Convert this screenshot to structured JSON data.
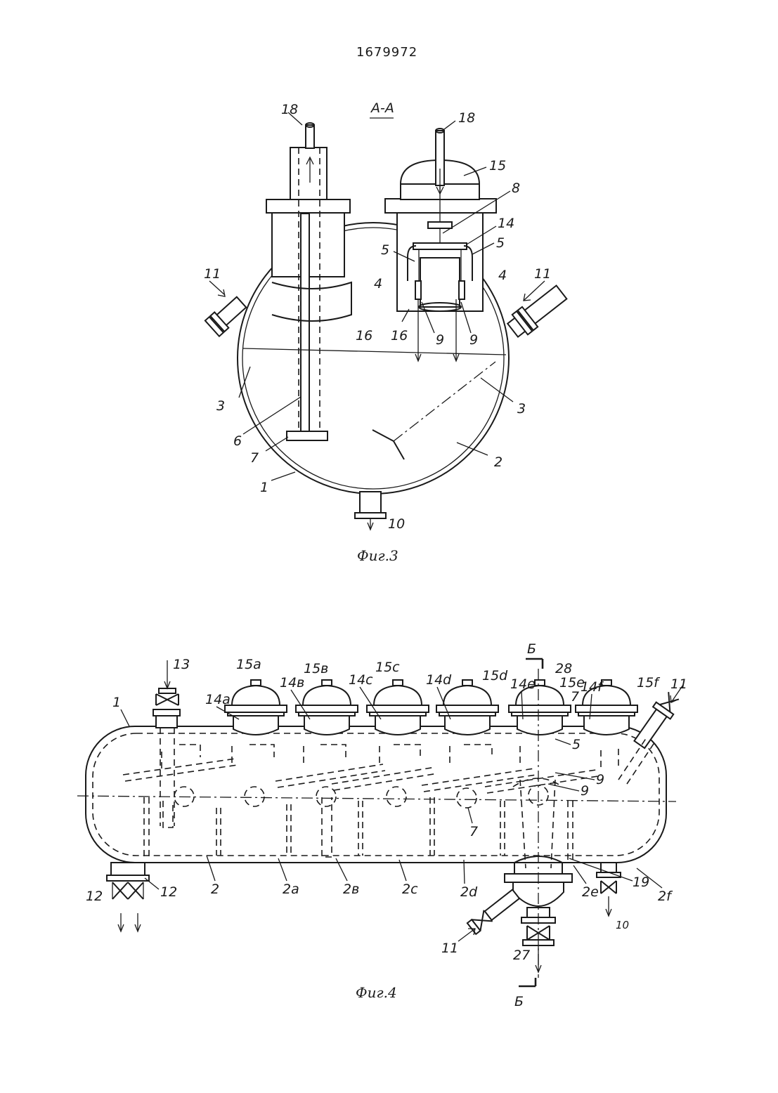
{
  "document_number": "1679972",
  "section_label": "А-А",
  "figure3": {
    "caption": "Фиг.3",
    "labels": {
      "l18a": "18",
      "l18b": "18",
      "l15": "15",
      "l8": "8",
      "l14": "14",
      "l5a": "5",
      "l5b": "5",
      "l4a": "4",
      "l4b": "4",
      "l11a": "11",
      "l11b": "11",
      "l16a": "16",
      "l16b": "16",
      "l9a": "9",
      "l9b": "9",
      "l3a": "3",
      "l3b": "3",
      "l6": "6",
      "l7": "7",
      "l2": "2",
      "l1": "1",
      "l10": "10"
    }
  },
  "figure4": {
    "caption": "Фиг.4",
    "section_mark": "Б",
    "caps_top": [
      "15a",
      "15в",
      "15c",
      "15d",
      "15e",
      "15f"
    ],
    "ports": [
      "14a",
      "14в",
      "14c",
      "14d",
      "14e",
      "14f"
    ],
    "chambers": [
      "2",
      "2a",
      "2в",
      "2c",
      "2d",
      "2e",
      "2f"
    ],
    "labels": {
      "l13": "13",
      "l1": "1",
      "l28": "28",
      "l11top": "11",
      "l7top": "7",
      "l5": "5",
      "l9a": "9",
      "l9b": "9",
      "l7": "7",
      "l12a": "12",
      "l12b": "12",
      "l19": "19",
      "l10": "10",
      "l11bot": "11",
      "l27": "27"
    }
  }
}
